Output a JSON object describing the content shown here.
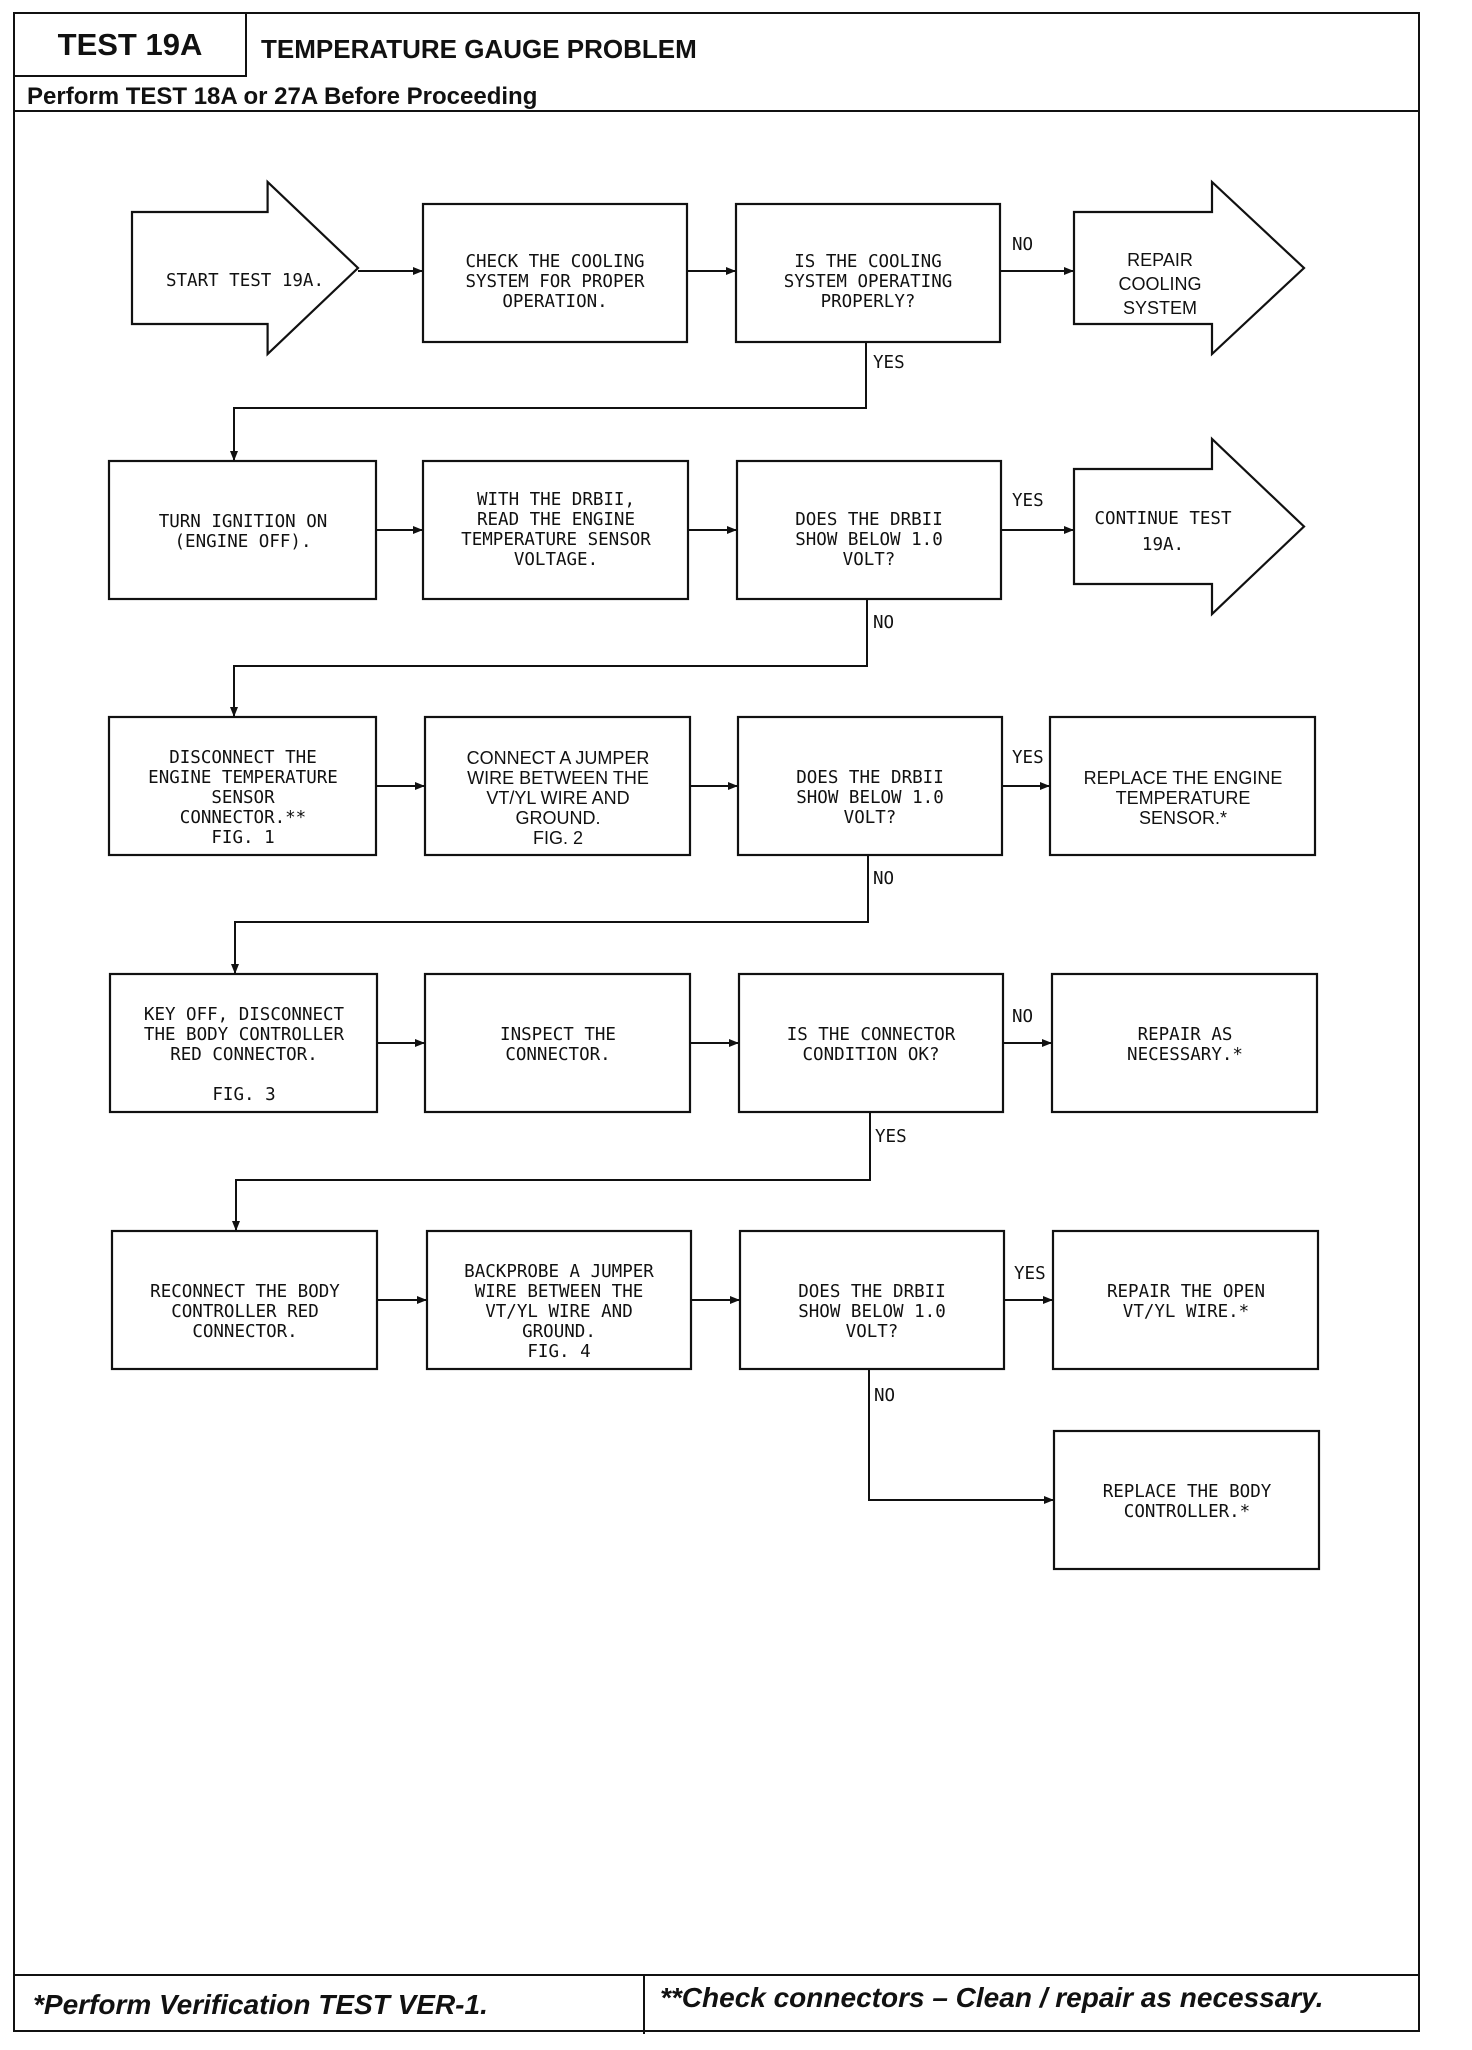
{
  "header": {
    "test_id": "TEST 19A",
    "title": "TEMPERATURE GAUGE PROBLEM",
    "prerequisite": "Perform TEST 18A or 27A Before Proceeding"
  },
  "footer": {
    "left_note": "*Perform Verification TEST VER-1.",
    "right_note": "**Check connectors – Clean / repair as necessary."
  },
  "nodes": {
    "start": {
      "lines": [
        "START TEST 19A."
      ]
    },
    "check_cooling": {
      "lines": [
        "CHECK THE COOLING",
        "SYSTEM FOR PROPER",
        "OPERATION."
      ]
    },
    "q_cooling": {
      "lines": [
        "IS THE COOLING",
        "SYSTEM OPERATING",
        "PROPERLY?"
      ]
    },
    "repair_cooling": {
      "lines": [
        "REPAIR",
        "COOLING",
        "SYSTEM"
      ]
    },
    "ignition_on": {
      "lines": [
        "TURN IGNITION ON",
        "(ENGINE OFF)."
      ]
    },
    "read_voltage": {
      "lines": [
        "WITH THE DRBII,",
        "READ THE ENGINE",
        "TEMPERATURE SENSOR",
        "VOLTAGE."
      ]
    },
    "q_below_1": {
      "lines": [
        "DOES THE DRBII",
        "SHOW BELOW 1.0",
        "VOLT?"
      ]
    },
    "continue_test": {
      "lines": [
        "CONTINUE TEST",
        "19A."
      ]
    },
    "disconnect_sensor": {
      "lines": [
        "DISCONNECT THE",
        "ENGINE TEMPERATURE",
        "SENSOR",
        "CONNECTOR.**",
        "FIG. 1"
      ]
    },
    "jumper_ground": {
      "lines": [
        "CONNECT A JUMPER",
        "WIRE BETWEEN THE",
        "VT/YL WIRE AND",
        "GROUND.",
        "FIG. 2"
      ]
    },
    "q_below_2": {
      "lines": [
        "DOES THE DRBII",
        "SHOW BELOW 1.0",
        "VOLT?"
      ]
    },
    "replace_sensor": {
      "lines": [
        "REPLACE THE ENGINE",
        "TEMPERATURE",
        "SENSOR.*"
      ]
    },
    "key_off": {
      "lines": [
        "KEY OFF, DISCONNECT",
        "THE BODY CONTROLLER",
        "RED CONNECTOR.",
        "",
        "FIG. 3"
      ]
    },
    "inspect_connector": {
      "lines": [
        "INSPECT THE",
        "CONNECTOR."
      ]
    },
    "q_connector": {
      "lines": [
        "IS THE CONNECTOR",
        "CONDITION OK?"
      ]
    },
    "repair_as_needed": {
      "lines": [
        "REPAIR AS",
        "NECESSARY.*"
      ]
    },
    "reconnect": {
      "lines": [
        "RECONNECT THE BODY",
        "CONTROLLER RED",
        "CONNECTOR."
      ]
    },
    "backprobe": {
      "lines": [
        "BACKPROBE A JUMPER",
        "WIRE BETWEEN THE",
        "VT/YL WIRE AND",
        "GROUND.",
        "FIG. 4"
      ]
    },
    "q_below_3": {
      "lines": [
        "DOES THE DRBII",
        "SHOW BELOW 1.0",
        "VOLT?"
      ]
    },
    "repair_open": {
      "lines": [
        "REPAIR THE OPEN",
        "VT/YL WIRE.*"
      ]
    },
    "replace_controller": {
      "lines": [
        "REPLACE THE BODY",
        "CONTROLLER.*"
      ]
    }
  },
  "labels": {
    "no": "NO",
    "yes": "YES"
  }
}
